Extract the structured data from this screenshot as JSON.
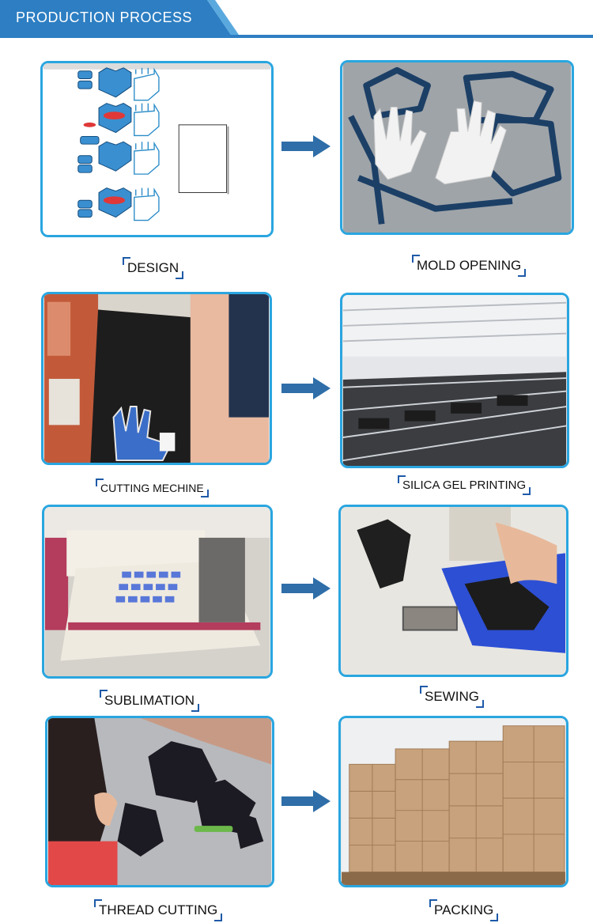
{
  "header": {
    "title": "PRODUCTION PROCESS"
  },
  "colors": {
    "accent_blue": "#2d7ec2",
    "frame_border": "#2aa6e0",
    "arrow": "#2f6ea8",
    "bracket": "#1e5aa8"
  },
  "steps": [
    {
      "label": "DESIGN"
    },
    {
      "label": "MOLD OPENING"
    },
    {
      "label": "CUTTING MECHINE"
    },
    {
      "label": "SILICA GEL PRINTING"
    },
    {
      "label": "SUBLIMATION"
    },
    {
      "label": "SEWING"
    },
    {
      "label": "THREAD CUTTING"
    },
    {
      "label": "PACKING"
    }
  ]
}
